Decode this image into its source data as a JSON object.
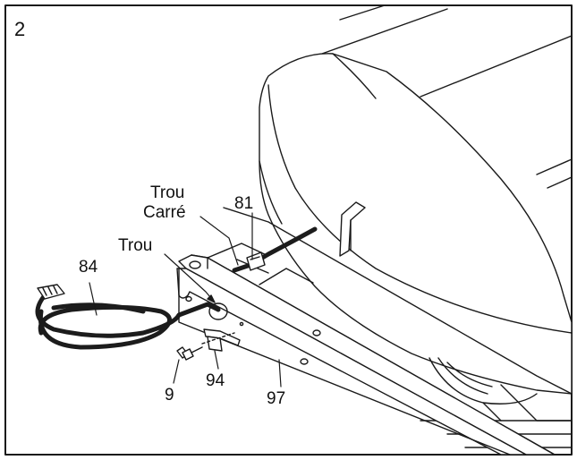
{
  "step_number": "2",
  "labels": {
    "trou_carre_line1": "Trou",
    "trou_carre_line2": "Carré",
    "trou": "Trou",
    "part_81": "81",
    "part_84": "84",
    "part_9": "9",
    "part_94": "94",
    "part_97": "97"
  },
  "colors": {
    "line": "#1a1a1a",
    "fill": "#ffffff",
    "cable": "#1c1c1c",
    "shade": "#e6e6e6"
  }
}
